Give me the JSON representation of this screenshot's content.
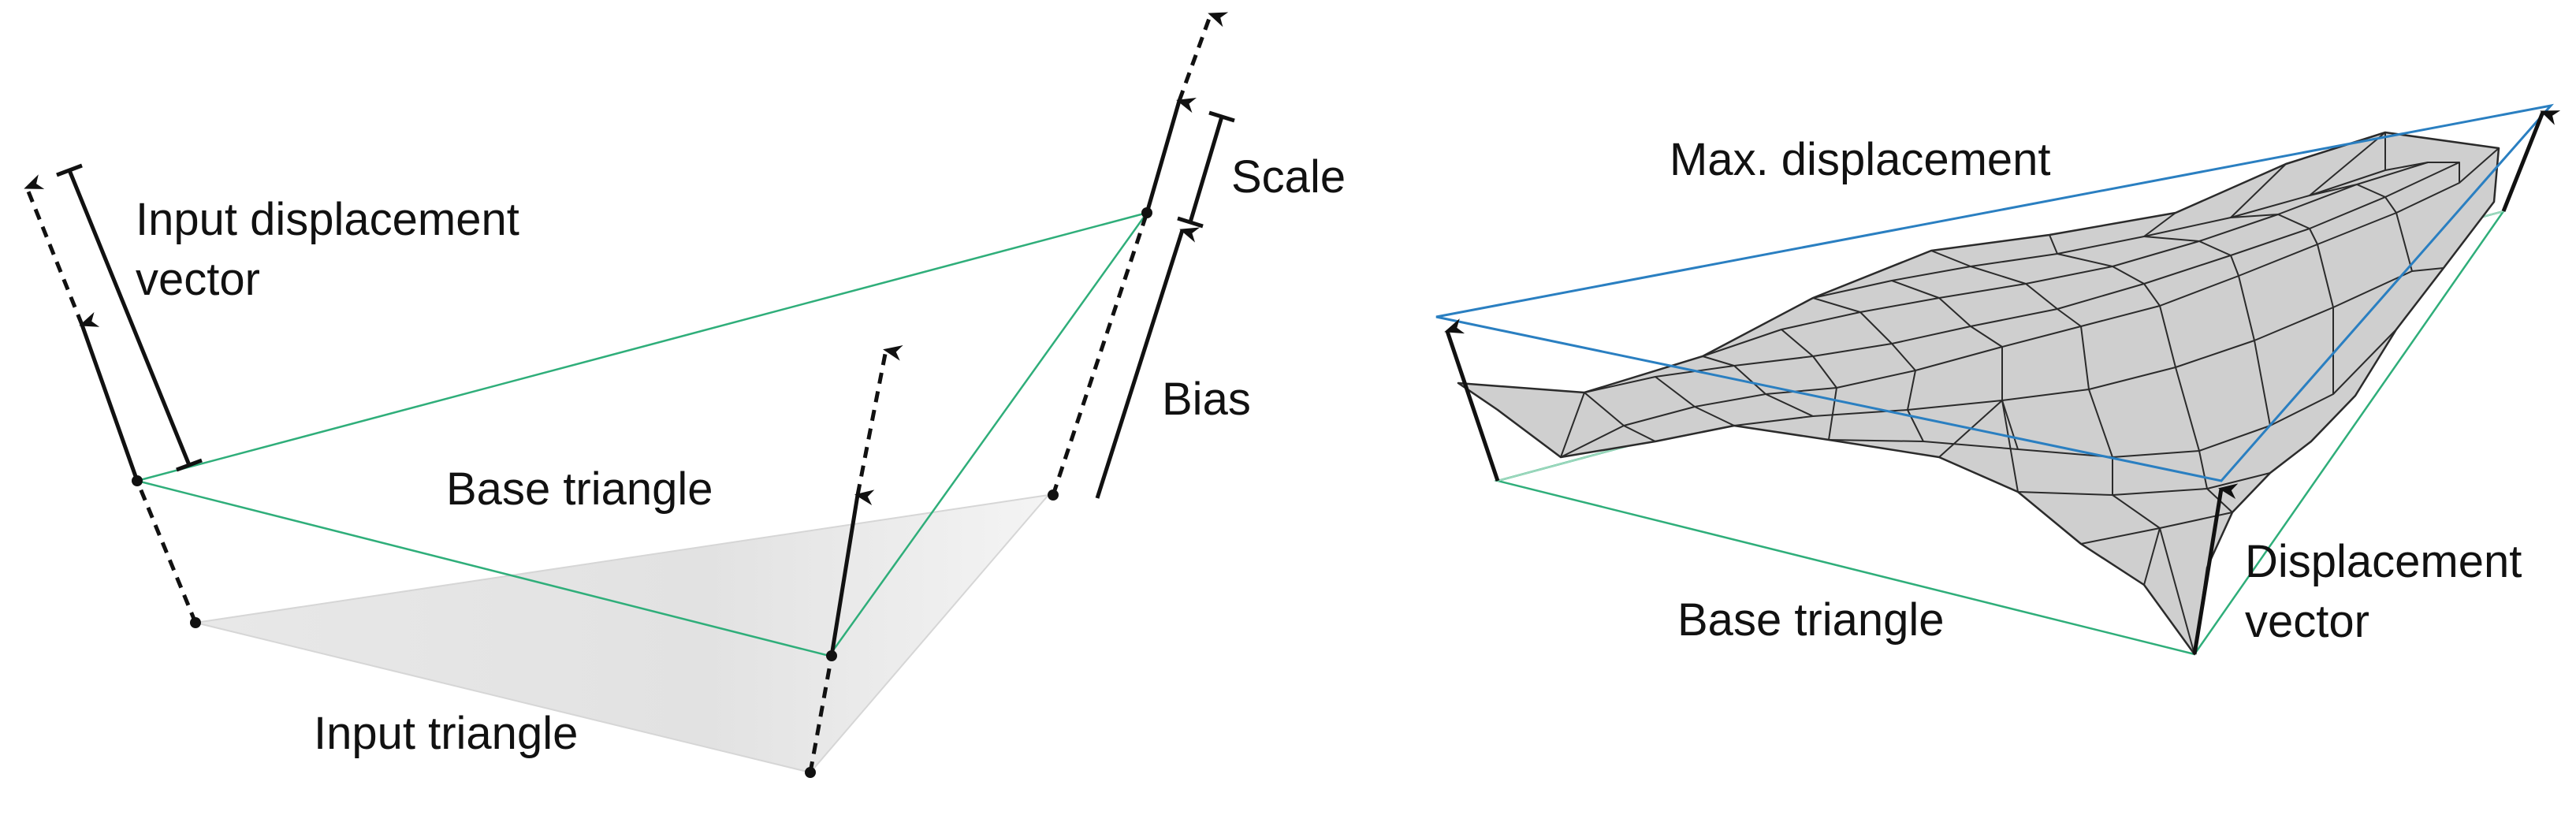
{
  "left_panel": {
    "labels": {
      "input_displacement_line1": "Input displacement",
      "input_displacement_line2": "vector",
      "scale": "Scale",
      "bias": "Bias",
      "base_triangle": "Base triangle",
      "input_triangle": "Input triangle"
    }
  },
  "right_panel": {
    "labels": {
      "max_displacement": "Max. displacement",
      "base_triangle": "Base triangle",
      "displacement_line1": "Displacement",
      "displacement_line2": "vector"
    }
  },
  "colors": {
    "base_triangle_edges": "#2fae7a",
    "max_displacement_edges": "#2a7fc1",
    "input_triangle_fill": "#e4e4e4",
    "mesh_fill": "#cfcfcf",
    "arrows": "#111111"
  }
}
